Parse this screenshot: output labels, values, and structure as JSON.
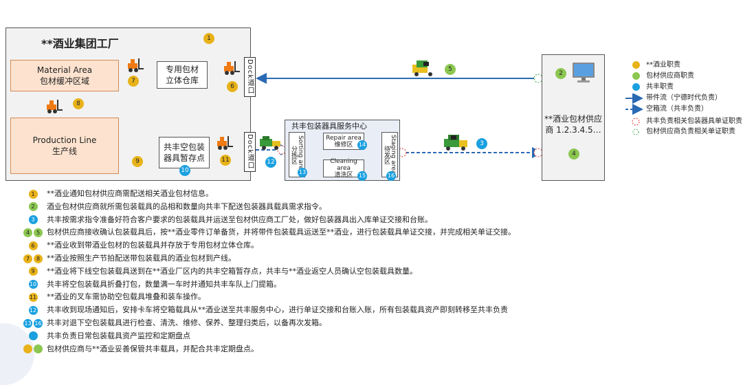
{
  "factory": {
    "title": "**酒业集团工厂",
    "badge": "1",
    "material_area": {
      "line1": "Material Area",
      "line2": "包材缓冲区域"
    },
    "production_line": {
      "line1": "Production Line",
      "line2": "生产线"
    },
    "dedicated_warehouse": "专用包材立体仓库",
    "empty_storage": "共丰空包装器具暂存点",
    "dock_top": "Dock道口",
    "dock_bottom": "Dock道口",
    "badges": {
      "b6": "6",
      "b7": "7",
      "b8": "8",
      "b9": "9",
      "b10": "10",
      "b11": "11"
    }
  },
  "service_center": {
    "title": "共丰包装器具服务中心",
    "sorting": "Sorting area 分拣区",
    "repair": {
      "line1": "Repair area",
      "line2": "维修区"
    },
    "cleaning": {
      "line1": "Cleaning area",
      "line2": "清洗区"
    },
    "staging": "Staging area 待发区",
    "badges": {
      "b12": "12",
      "b13": "13",
      "b14": "14",
      "b15": "15",
      "b16": "16"
    }
  },
  "supplier": {
    "name": "**酒业包材供应商 1.2.3.4.5…",
    "badge_top": "2",
    "badge_bottom": "4"
  },
  "flow_badges": {
    "b5": "5",
    "b3": "3"
  },
  "legend": [
    {
      "kind": "yellow-dot",
      "label": "**酒业职责"
    },
    {
      "kind": "green-dot",
      "label": "包材供应商职责"
    },
    {
      "kind": "blue-dot",
      "label": "共丰职责"
    },
    {
      "kind": "solid-arrow",
      "label": "带件流（宁德时代负责）"
    },
    {
      "kind": "dashed-arrow",
      "label": "空箱流（共丰负责）"
    },
    {
      "kind": "red-dashed-circle",
      "label": "共丰负责相关包装器具单证职责"
    },
    {
      "kind": "green-dashed-circle",
      "label": "包材供应商负责相关单证职责"
    }
  ],
  "steps": [
    {
      "badges": [
        {
          "c": "yel",
          "t": "1"
        }
      ],
      "text": "**酒业通知包材供应商需配送相关酒业包材信息。"
    },
    {
      "badges": [
        {
          "c": "grn",
          "t": "2"
        }
      ],
      "text": "酒业包材供应商就所需包装载具的品相和数量向共丰下配送包装器具载具需求指令。"
    },
    {
      "badges": [
        {
          "c": "blu",
          "t": "3"
        }
      ],
      "text": "共丰按需求指令准备好符合客户要求的包装载具并运送至包材供应商工厂处，做好包装器具出入库单证交接和台账。"
    },
    {
      "badges": [
        {
          "c": "grn",
          "t": "4"
        },
        {
          "c": "grn",
          "t": "5"
        }
      ],
      "text": "包材供应商接收确认包装载具后，按**酒业零件订单备货，并将带件包装载具运送至**酒业，进行包装载具单证交接，并完成相关单证交接。"
    },
    {
      "badges": [
        {
          "c": "yel",
          "t": "6"
        }
      ],
      "text": "**酒业收到带酒业包材的包装载具并存放于专用包材立体仓库。"
    },
    {
      "badges": [
        {
          "c": "yel",
          "t": "7"
        },
        {
          "c": "yel",
          "t": "8"
        }
      ],
      "text": "**酒业按照生产节拍配送带包装载具的酒业包材到产线。"
    },
    {
      "badges": [
        {
          "c": "yel",
          "t": "9"
        }
      ],
      "text": "**酒业将下线空包装载具送到在**酒业厂区内的共丰空箱暂存点，共丰与**酒业返空人员确认空包装载具数量。"
    },
    {
      "badges": [
        {
          "c": "blu",
          "t": "10"
        }
      ],
      "text": "共丰将空包装载具折叠打包，数量满一车时并通知共丰车队上门提箱。"
    },
    {
      "badges": [
        {
          "c": "yel",
          "t": "11"
        }
      ],
      "text": "**酒业的叉车需协助空包载具堆叠和装车操作。"
    },
    {
      "badges": [
        {
          "c": "blu",
          "t": "12"
        }
      ],
      "text": "共丰收到现场通知后，安排卡车将空箱载具从**酒业送至共丰服务中心，进行单证交接和台账入账，所有包装载具资产即刻转移至共丰负责"
    },
    {
      "badges": [
        {
          "c": "blu",
          "t": "13"
        },
        {
          "c": "blu",
          "t": "16"
        }
      ],
      "text": "共丰对退下空包装载具进行检查、清洗、维修、保养、整理归类后，以备再次发箱。"
    },
    {
      "badges": [
        {
          "c": "blu",
          "t": ""
        }
      ],
      "text": "共丰负责日常包装载具资产监控和定期盘点"
    },
    {
      "badges": [
        {
          "c": "yel",
          "t": ""
        },
        {
          "c": "grn",
          "t": ""
        }
      ],
      "text": "包材供应商与**酒业妥善保管共丰载具，并配合共丰定期盘点。"
    }
  ]
}
